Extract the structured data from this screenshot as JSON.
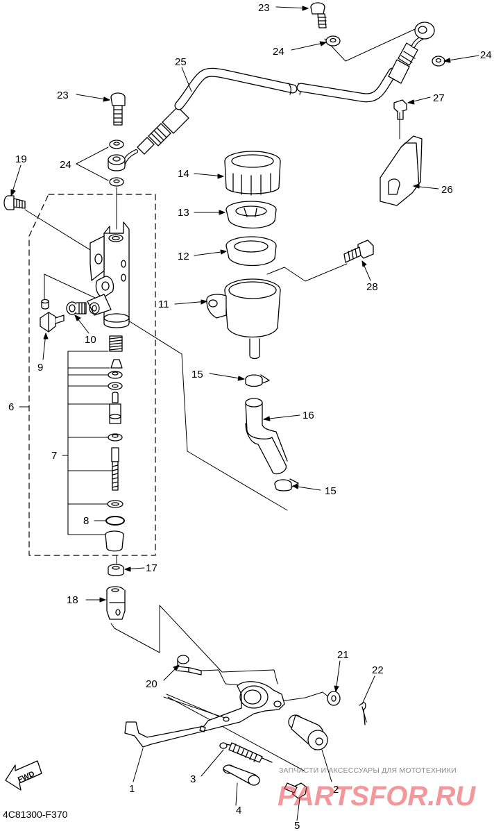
{
  "diagram_code": "4C81300-F370",
  "fwd_label": "FWD",
  "watermark": {
    "caption": "ЗАПЧАСТИ И АКСЕССУАРЫ ДЛЯ МОТОТЕХНИКИ",
    "brand": "PARTSFOR.RU"
  },
  "callouts": {
    "c1": "1",
    "c2": "2",
    "c3": "3",
    "c4": "4",
    "c5": "5",
    "c6": "6",
    "c7": "7",
    "c8": "8",
    "c9": "9",
    "c10": "10",
    "c11": "11",
    "c12": "12",
    "c13": "13",
    "c14": "14",
    "c15a": "15",
    "c15b": "15",
    "c16": "16",
    "c17": "17",
    "c18": "18",
    "c19": "19",
    "c20": "20",
    "c21": "21",
    "c22": "22",
    "c23a": "23",
    "c23b": "23",
    "c24a": "24",
    "c24b": "24",
    "c24c": "24",
    "c25": "25",
    "c26": "26",
    "c27": "27",
    "c28": "28"
  }
}
